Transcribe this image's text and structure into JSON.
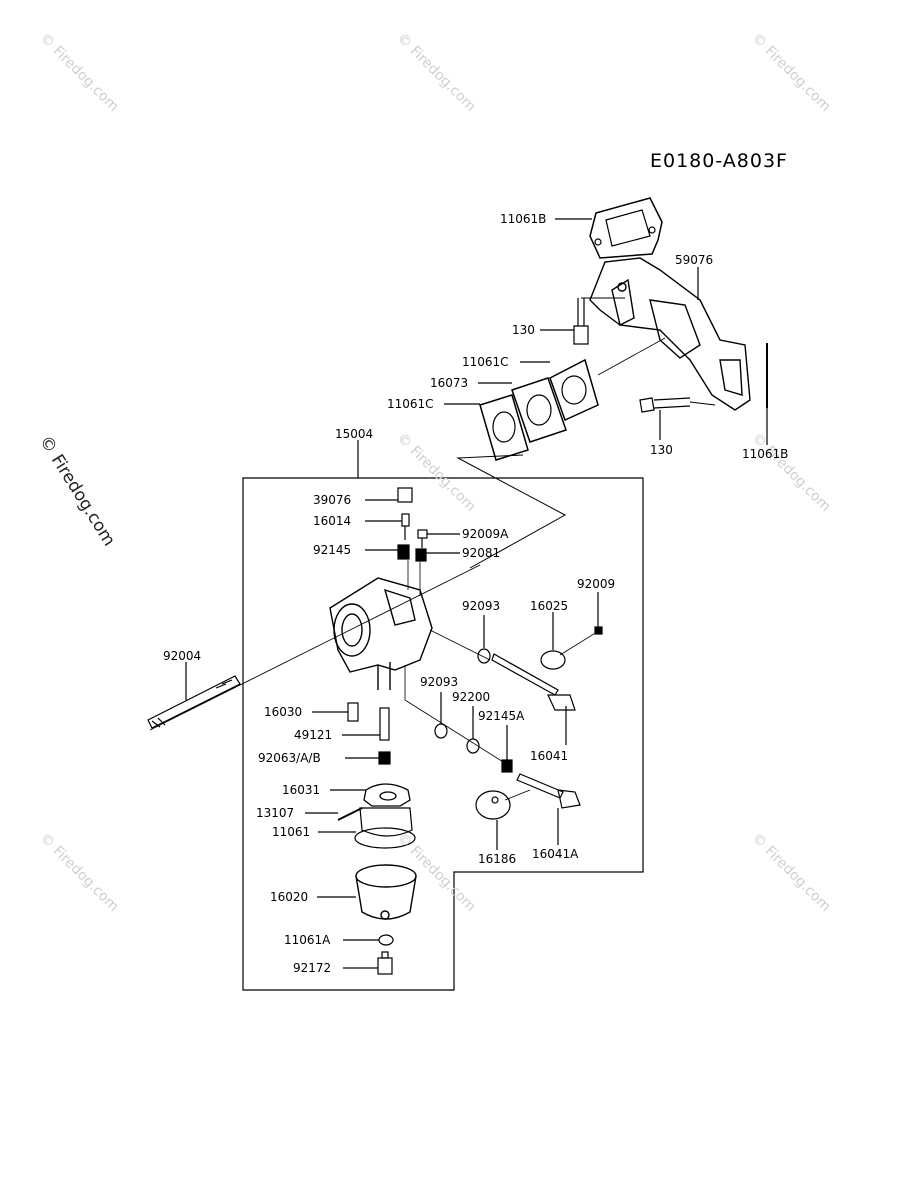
{
  "diagram_code": "E0180-A803F",
  "watermark": "© Firedog.com",
  "assembly_label": "15004",
  "parts": {
    "p11061B_top": "11061B",
    "p59076": "59076",
    "p130_top": "130",
    "p11061C_a": "11061C",
    "p16073": "16073",
    "p11061C_b": "11061C",
    "p130_right": "130",
    "p11061B_right": "11061B",
    "p39076": "39076",
    "p16014": "16014",
    "p92009A": "92009A",
    "p92145": "92145",
    "p92081": "92081",
    "p92004": "92004",
    "p92093_a": "92093",
    "p16025": "16025",
    "p92009": "92009",
    "p92093_b": "92093",
    "p92200": "92200",
    "p92145A": "92145A",
    "p16041": "16041",
    "p16030": "16030",
    "p49121": "49121",
    "p92063": "92063/A/B",
    "p16031": "16031",
    "p13107": "13107",
    "p11061": "11061",
    "p16186": "16186",
    "p16041A": "16041A",
    "p16020": "16020",
    "p11061A": "11061A",
    "p92172": "92172"
  }
}
